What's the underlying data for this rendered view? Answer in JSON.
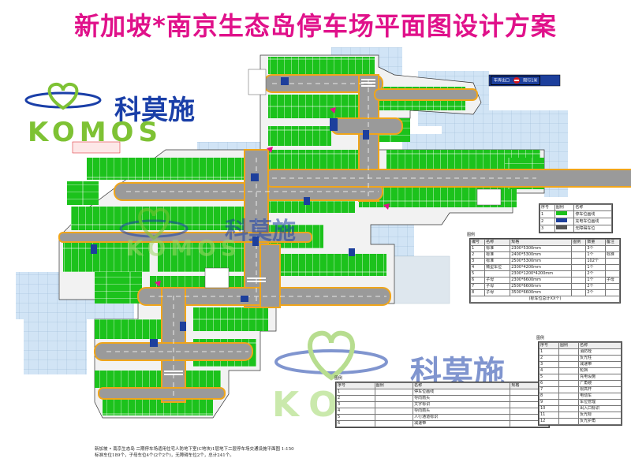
{
  "title": "新加坡*南京生态岛停车场平面图设计方案",
  "logo": {
    "cn": "科莫施",
    "en": "KOMOS"
  },
  "colors": {
    "title": "#e0118a",
    "parking": "#1cc21c",
    "road": "#999999",
    "building": "#cfe3f5",
    "lane_edge": "#f0a51a",
    "brand_blue": "#1a3fa8",
    "brand_green": "#7ec234"
  },
  "top_right_sign": {
    "left": "车库出口",
    "right": "限行1米"
  },
  "legend_tables": {
    "small_label": "图例",
    "table1": {
      "headers": [
        "序号",
        "图例",
        "名称"
      ],
      "rows": [
        [
          "1",
          "",
          "停车位画线"
        ],
        [
          "2",
          "",
          "充电车位画线"
        ],
        [
          "3",
          "",
          "无障碍车位"
        ]
      ]
    },
    "table2": {
      "headers": [
        "编号",
        "名称",
        "规格",
        "图例",
        "数量",
        "备注"
      ],
      "rows": [
        [
          "1",
          "标准",
          "2300*5300mm",
          "",
          "3个",
          ""
        ],
        [
          "2",
          "标准",
          "2400*5300mm",
          "",
          "1个",
          "标准"
        ],
        [
          "3",
          "标准",
          "2500*5300mm",
          "",
          "102个",
          ""
        ],
        [
          "4",
          "微型车位",
          "2300*4200mm",
          "",
          "1个",
          ""
        ],
        [
          "5",
          "",
          "2300*1200*4200mm",
          "",
          "2个",
          ""
        ],
        [
          "6",
          "子母",
          "2300*6600mm",
          "",
          "1个",
          "子母"
        ],
        [
          "7",
          "子母",
          "2500*6600mm",
          "",
          "2个",
          ""
        ],
        [
          "8",
          "子母",
          "3500*6600mm",
          "",
          "2个",
          ""
        ]
      ],
      "footer": "(标车位总计XX个)"
    },
    "table3": {
      "headers": [
        "序号",
        "图例",
        "名称",
        "规格"
      ],
      "rows": [
        [
          "1",
          "",
          "停车位画线",
          ""
        ],
        [
          "2",
          "",
          "导向箭头",
          ""
        ],
        [
          "3",
          "",
          "文字标识",
          ""
        ],
        [
          "4",
          "",
          "导向箭头",
          ""
        ],
        [
          "5",
          "",
          "人行通道标识",
          ""
        ],
        [
          "6",
          "",
          "减速带",
          ""
        ]
      ]
    },
    "table4": {
      "headers": [
        "序号",
        "图例",
        "名称"
      ],
      "rows": [
        [
          "1",
          "",
          "消防栓"
        ],
        [
          "2",
          "",
          "反光柱"
        ],
        [
          "3",
          "",
          "减速带"
        ],
        [
          "4",
          "",
          "轮挡"
        ],
        [
          "5",
          "",
          "充电设施"
        ],
        [
          "6",
          "",
          "广角镜"
        ],
        [
          "7",
          "",
          "限高杆"
        ],
        [
          "8",
          "",
          "电动车"
        ],
        [
          "9",
          "",
          "车位管理"
        ],
        [
          "10",
          "",
          "出入口标识"
        ],
        [
          "11",
          "",
          "反光标"
        ],
        [
          "12",
          "",
          "反光护角"
        ]
      ]
    }
  },
  "notes": {
    "line1": "新加坡 • 南京生态岛 二期停车场适用住宅人防地下室(C地块)1层地下二层停车场交通设施平面图  1:150",
    "line2": "标准车位189个，子母车位4个(2个2个)，无障碍车位2个，总计241个。"
  }
}
